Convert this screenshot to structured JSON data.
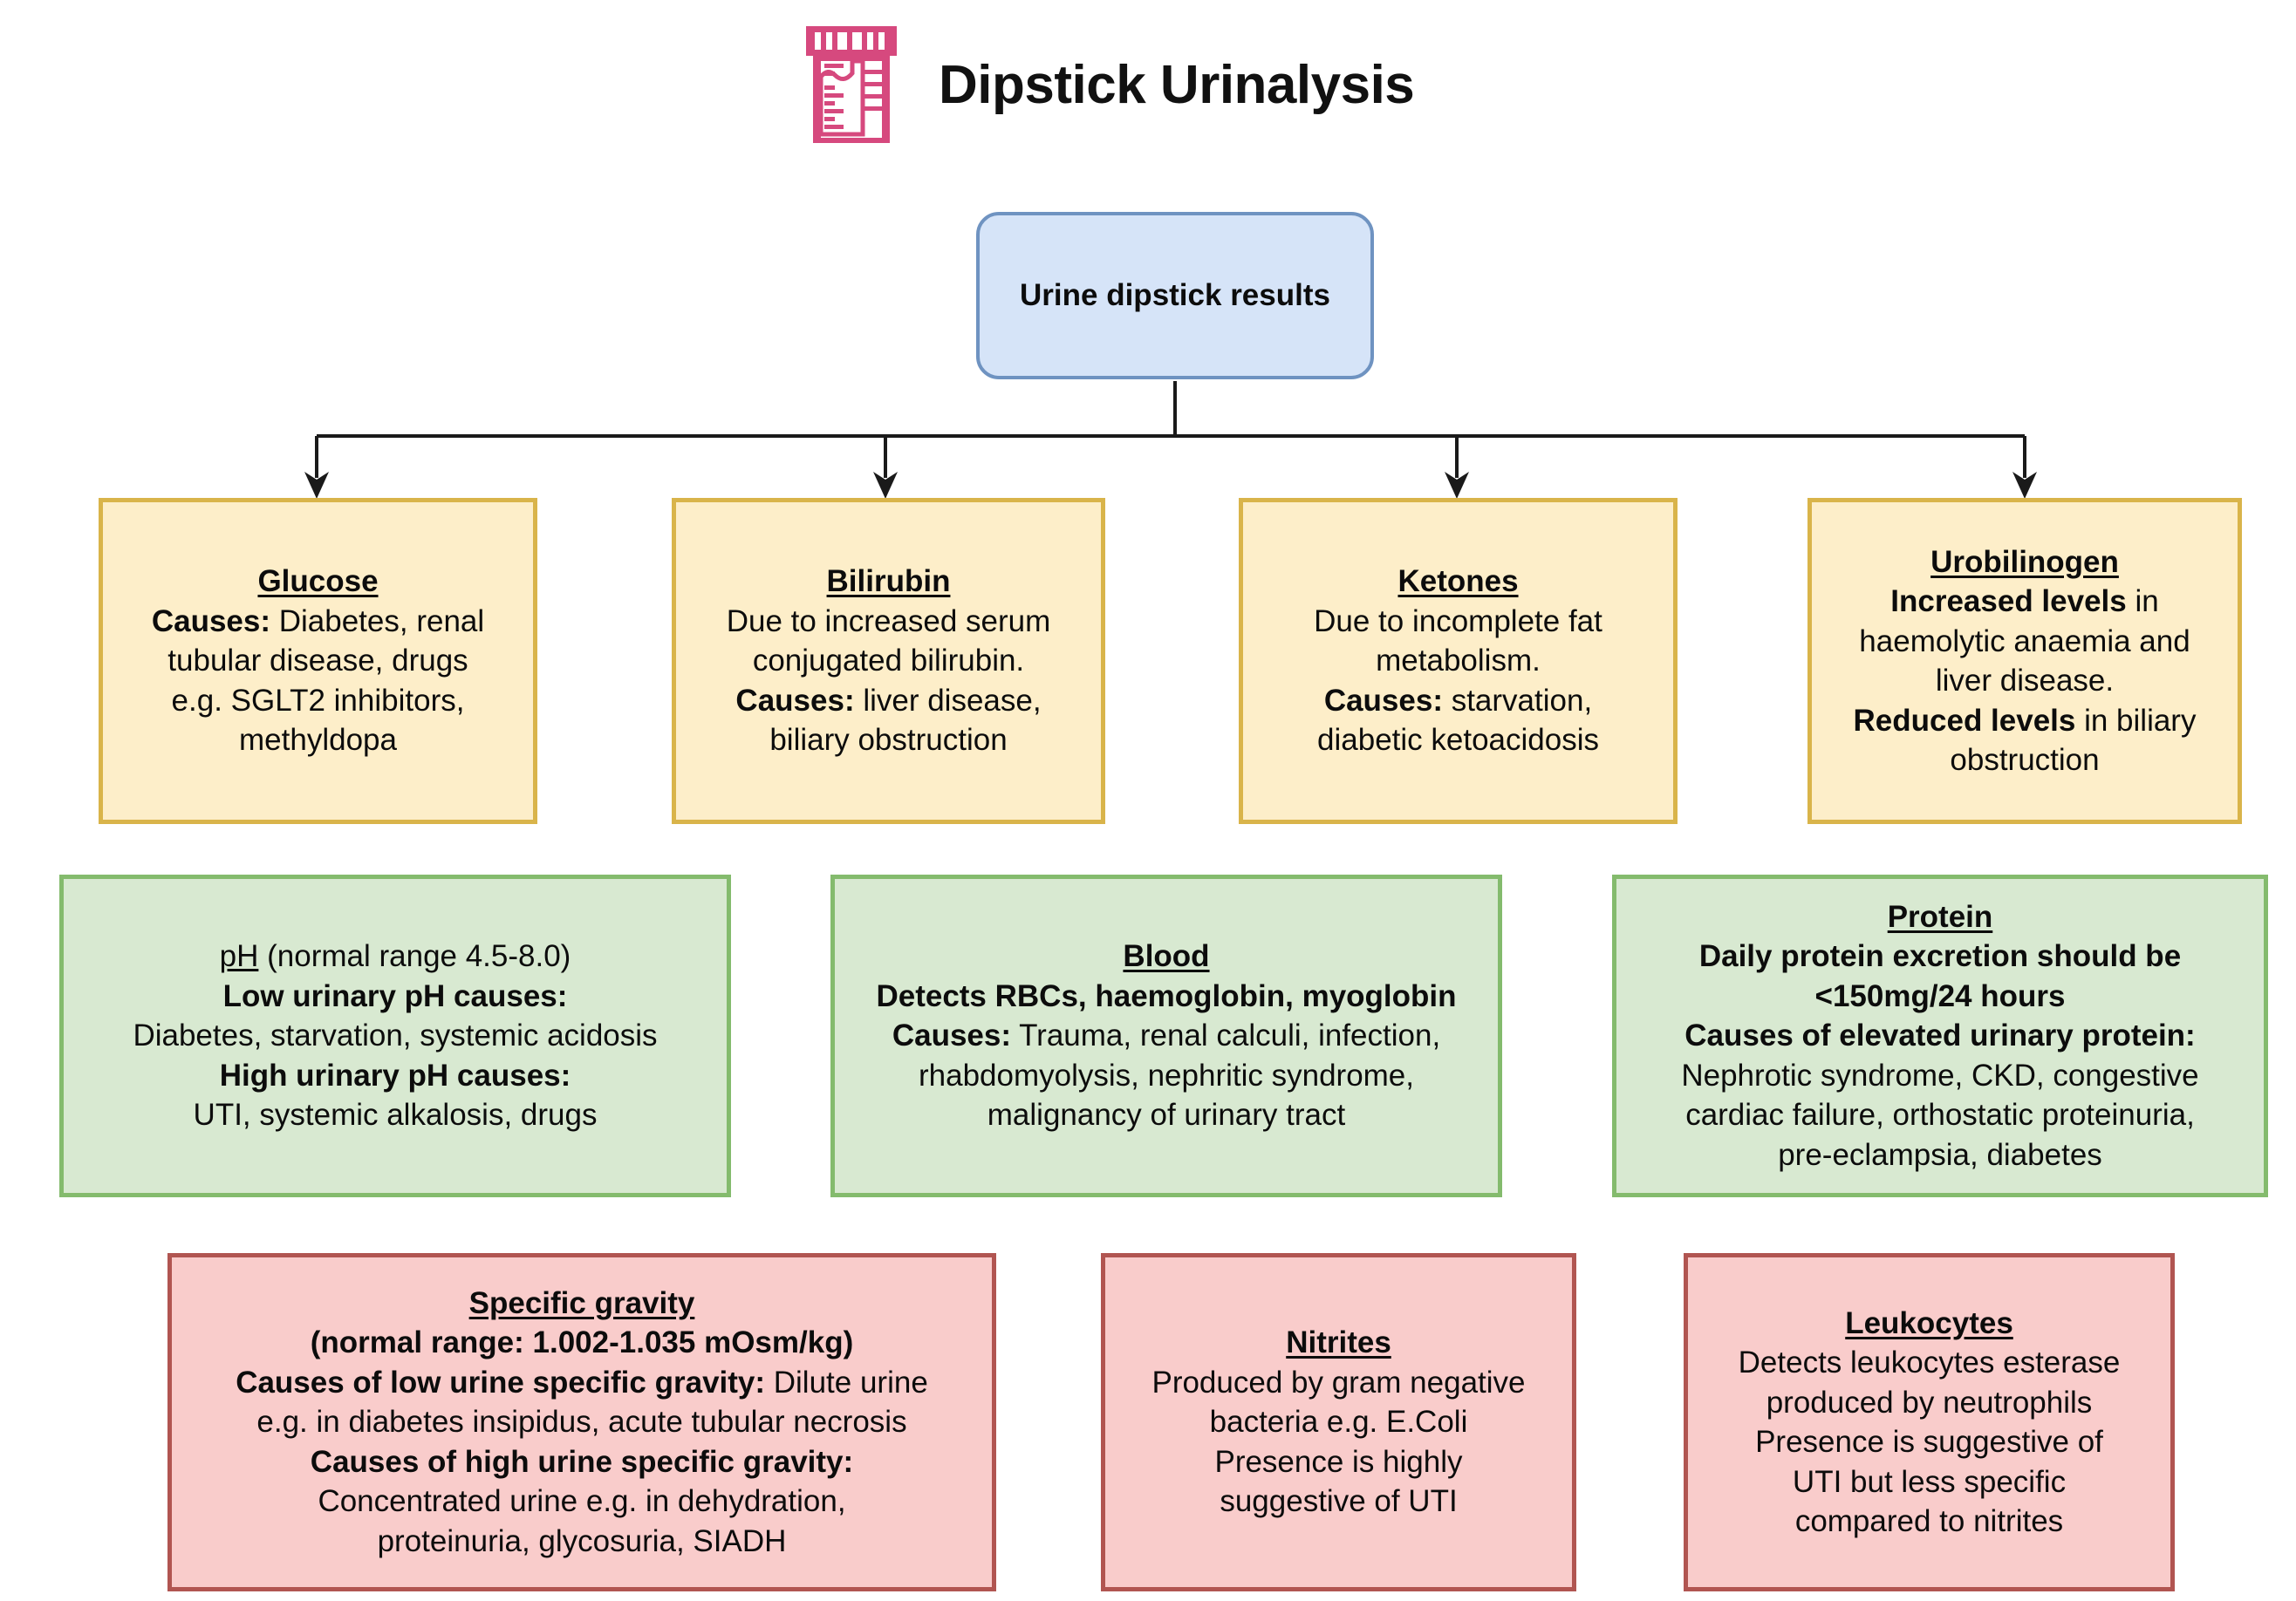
{
  "header": {
    "title": "Dipstick Urinalysis",
    "icon": "urine-sample-container-icon"
  },
  "colors": {
    "root_fill": "#d6e4f8",
    "root_border": "#6f93c1",
    "yellow_fill": "#fdeec9",
    "yellow_border": "#d9b44a",
    "green_fill": "#d8e9d1",
    "green_border": "#84bb6d",
    "pink_fill": "#f9cccb",
    "pink_border": "#b15551",
    "icon_pink": "#d6497e",
    "connector": "#1a1a1a"
  },
  "root": {
    "label": "Urine dipstick results"
  },
  "nodes": {
    "glucose": {
      "title": "Glucose",
      "lines": [
        "Causes: Diabetes, renal",
        "tubular disease, drugs",
        "e.g. SGLT2 inhibitors,",
        "methyldopa"
      ],
      "bold_prefix": "Causes:",
      "body": "Causes: Diabetes, renal tubular disease, drugs e.g. SGLT2 inhibitors, methyldopa"
    },
    "bilirubin": {
      "title": "Bilirubin",
      "lines": [
        "Due to increased serum",
        "conjugated bilirubin.",
        "Causes: liver disease,",
        "biliary obstruction"
      ],
      "body": "Due to increased serum conjugated bilirubin. Causes: liver disease, biliary obstruction"
    },
    "ketones": {
      "title": "Ketones",
      "lines": [
        "Due to incomplete fat",
        "metabolism.",
        "Causes: starvation,",
        "diabetic ketoacidosis"
      ],
      "body": "Due to incomplete fat metabolism. Causes: starvation, diabetic ketoacidosis"
    },
    "urobilinogen": {
      "title": "Urobilinogen",
      "lines": [
        "Increased levels in",
        "haemolytic anaemia and",
        "liver disease.",
        "Reduced levels in biliary",
        "obstruction"
      ],
      "body": "Increased levels in haemolytic anaemia and liver disease. Reduced levels in biliary obstruction"
    },
    "ph": {
      "title": "pH",
      "title_suffix": " (normal range 4.5-8.0)",
      "lines": [
        "Low urinary pH causes:",
        "Diabetes, starvation, systemic acidosis",
        "High urinary pH causes:",
        "UTI, systemic alkalosis, drugs"
      ],
      "body": "pH (normal range 4.5-8.0) Low urinary pH causes: Diabetes, starvation, systemic acidosis High urinary pH causes: UTI, systemic alkalosis, drugs"
    },
    "blood": {
      "title": "Blood",
      "lines": [
        "Detects RBCs, haemoglobin, myoglobin",
        "Causes: Trauma, renal calculi, infection,",
        "rhabdomyolysis, nephritic syndrome,",
        "malignancy of urinary tract"
      ],
      "body": "Detects RBCs, haemoglobin, myoglobin Causes: Trauma, renal calculi, infection, rhabdomyolysis, nephritic syndrome, malignancy of urinary tract"
    },
    "protein": {
      "title": "Protein",
      "lines": [
        "Daily protein excretion should be",
        "<150mg/24 hours",
        "Causes of elevated urinary protein:",
        "Nephrotic syndrome, CKD, congestive",
        "cardiac failure, orthostatic proteinuria,",
        "pre-eclampsia, diabetes"
      ],
      "body": "Daily protein excretion should be <150mg/24 hours Causes of elevated urinary protein: Nephrotic syndrome, CKD, congestive cardiac failure, orthostatic proteinuria, pre-eclampsia, diabetes"
    },
    "specific_gravity": {
      "title": "Specific gravity",
      "lines": [
        "(normal range: 1.002-1.035 mOsm/kg)",
        "Causes of low urine specific gravity: Dilute urine",
        "e.g. in diabetes insipidus, acute tubular necrosis",
        "Causes of high urine specific gravity:",
        "Concentrated urine e.g. in dehydration,",
        "proteinuria, glycosuria, SIADH"
      ],
      "body": "Specific gravity (normal range: 1.002-1.035 mOsm/kg) Causes of low urine specific gravity: Dilute urine e.g. in diabetes insipidus, acute tubular necrosis Causes of high urine specific gravity: Concentrated urine e.g. in dehydration, proteinuria, glycosuria, SIADH"
    },
    "nitrites": {
      "title": "Nitrites",
      "lines": [
        "Produced by gram negative",
        "bacteria e.g. E.Coli",
        "Presence is highly",
        "suggestive of UTI"
      ],
      "body": "Produced by gram negative bacteria e.g. E.Coli Presence is highly suggestive of UTI"
    },
    "leukocytes": {
      "title": "Leukocytes",
      "lines": [
        "Detects leukocytes esterase",
        "produced by neutrophils",
        "Presence is suggestive of",
        "UTI but less specific",
        "compared to nitrites"
      ],
      "body": "Detects leukocytes esterase produced by neutrophils Presence is suggestive of UTI but less specific compared to nitrites"
    }
  }
}
